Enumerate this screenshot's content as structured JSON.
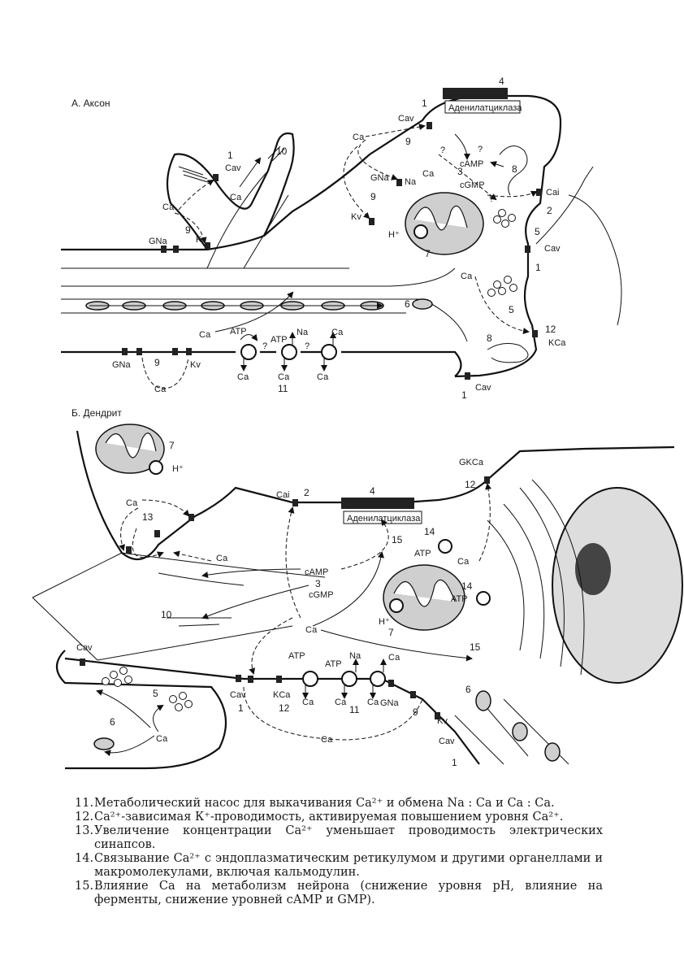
{
  "panels": {
    "a_title": "А. Аксон",
    "b_title": "Б. Дендрит"
  },
  "labels": {
    "adenylate_cyclase": "Аденилатциклаза",
    "ca": "Са",
    "ca_v": "Cav",
    "ca_i": "Cai",
    "g_na": "GNa",
    "k_v": "Kv",
    "k_ca": "KCa",
    "g_k_ca": "GKCa",
    "na": "Na",
    "camp": "cAMP",
    "cgmp": "cGMP",
    "atp": "ATP",
    "h_plus": "H⁺",
    "question": "?"
  },
  "numbers": [
    "1",
    "2",
    "3",
    "4",
    "5",
    "6",
    "7",
    "8",
    "9",
    "10",
    "11",
    "12",
    "13",
    "14",
    "15"
  ],
  "legend": [
    {
      "num": "11.",
      "text": "Метаболический насос для выкачивания Са²⁺ и обмена Na : Са и Са : Са."
    },
    {
      "num": "12.",
      "text": "Са²⁺-зависимая К⁺-проводимость, активируемая повышением уровня Са²⁺."
    },
    {
      "num": "13.",
      "text": "Увеличение концентрации Са²⁺ уменьшает проводимость электрических синапсов."
    },
    {
      "num": "14.",
      "text": "Связывание Са²⁺ с эндоплазматическим ретикулумом и другими органеллами и макромолекулами, включая кальмодулин."
    },
    {
      "num": "15.",
      "text": "Влияние Са на метаболизм нейрона (снижение уровня pH, влияние на ферменты, снижение уровней сАМР и GMP)."
    }
  ]
}
